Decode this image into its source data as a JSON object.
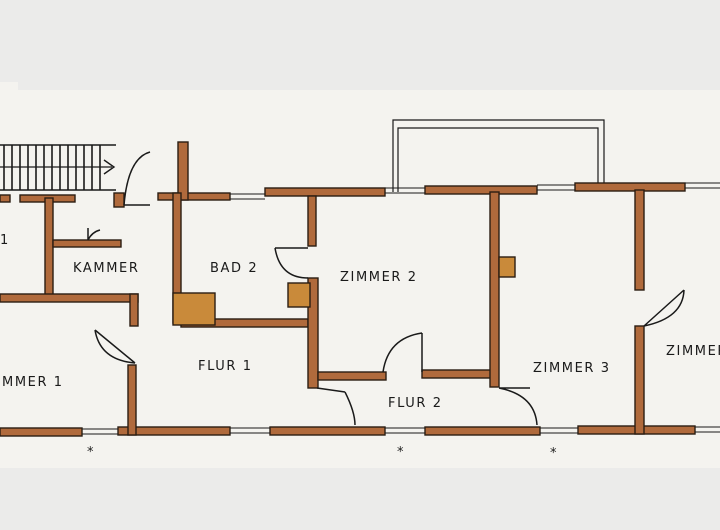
{
  "plan": {
    "colors": {
      "paper": "#f4f3ef",
      "background": "#ebebea",
      "wall_fill": "#b06a3c",
      "wall_outline": "#2b1d12",
      "chimney_fill": "#c98a3a",
      "ink": "#1a1a1a"
    },
    "rooms": {
      "zimmer1": "MMER 1",
      "kammer": "KAMMER",
      "bad2": "BAD 2",
      "zimmer2": "ZIMMER 2",
      "flur1": "FLUR 1",
      "flur2": "FLUR 2",
      "zimmer3": "ZIMMER 3",
      "zimmer4": "ZIMMER"
    },
    "room_edge_left": "1",
    "marks": [
      "*",
      "*",
      "*"
    ]
  }
}
